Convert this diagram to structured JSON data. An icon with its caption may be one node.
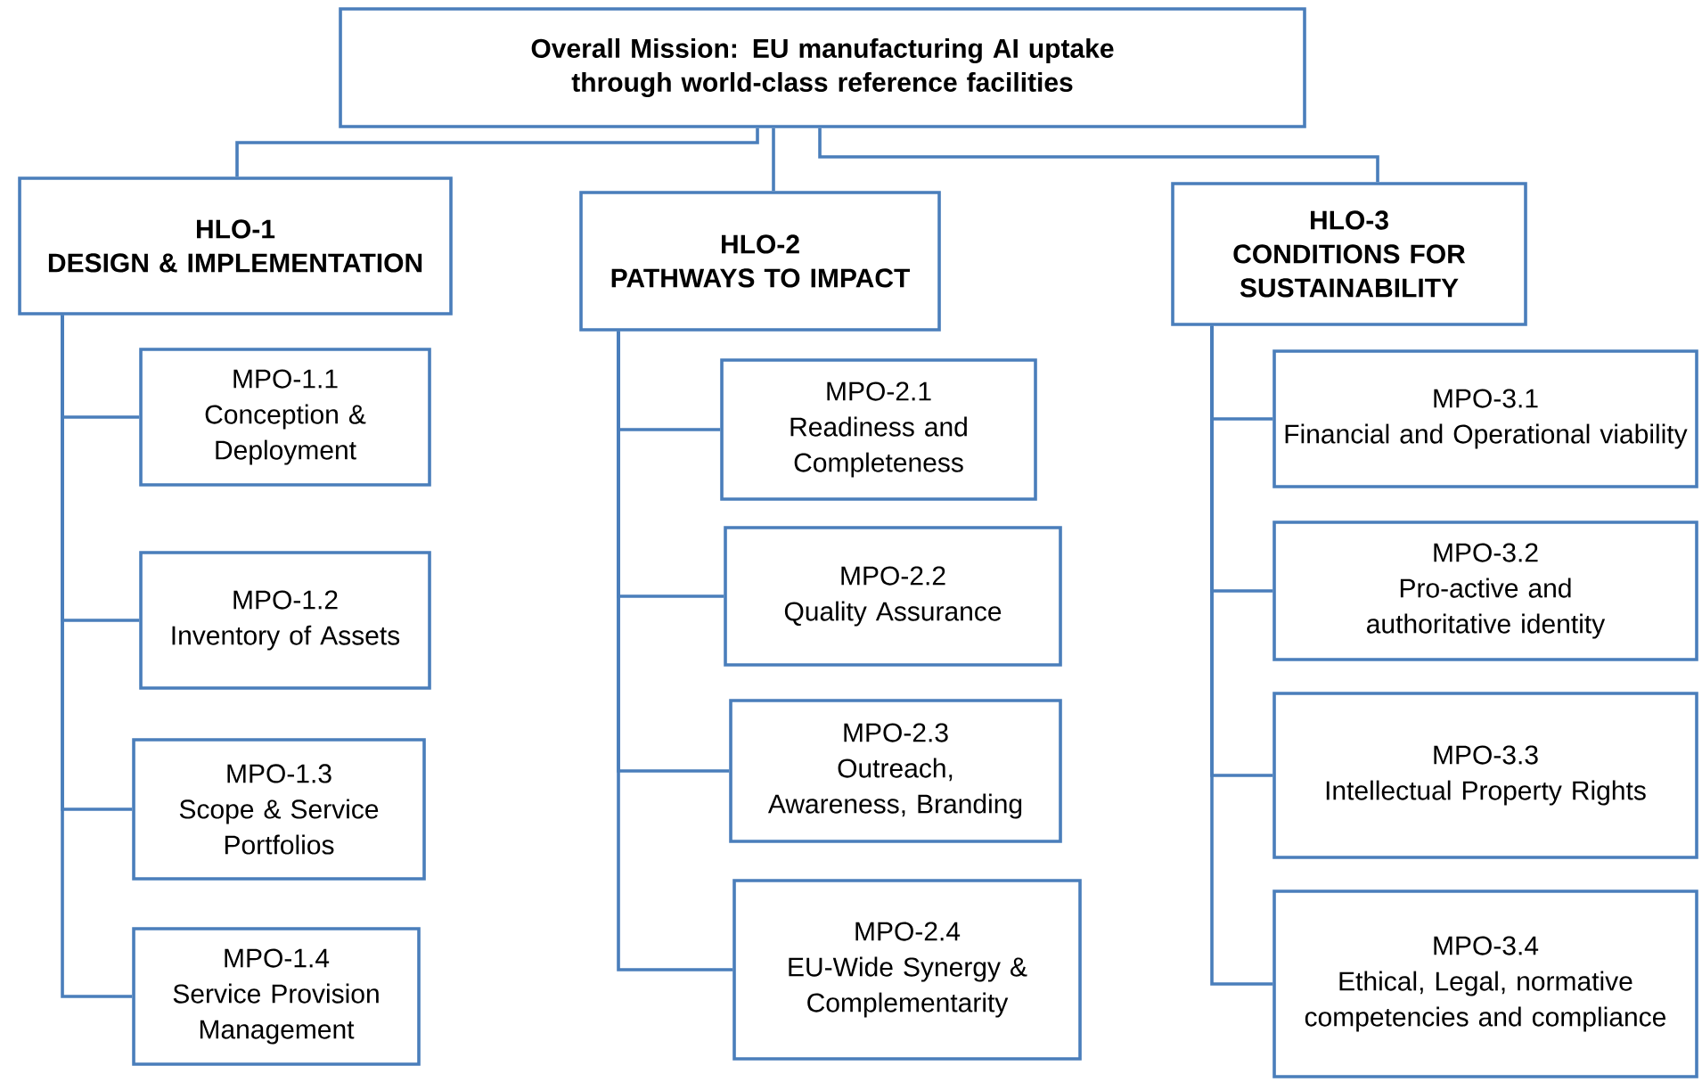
{
  "diagram": {
    "nodes": [
      {
        "text": [
          "Overall Mission: EU manufacturing AI uptake through world-class reference facilities"
        ]
      },
      {
        "text": [
          "HLO-1",
          "DESIGN & IMPLEMENTATION"
        ]
      },
      {
        "text": [
          "HLO-2",
          "PATHWAYS TO IMPACT"
        ]
      },
      {
        "text": [
          "HLO-3",
          "CONDITIONS FOR SUSTAINABILITY"
        ]
      },
      {
        "text": [
          "MPO-1.1",
          "Conception & Deployment"
        ]
      },
      {
        "text": [
          "MPO-1.2",
          "Inventory of Assets"
        ]
      },
      {
        "text": [
          "MPO-1.3",
          "Scope & Service Portfolios"
        ]
      },
      {
        "text": [
          "MPO-1.4",
          "Service Provision Management"
        ]
      },
      {
        "text": [
          "MPO-2.1",
          "Readiness and Completeness"
        ]
      },
      {
        "text": [
          "MPO-2.2",
          "Quality Assurance"
        ]
      },
      {
        "text": [
          "MPO-2.3",
          "Outreach, Awareness, Branding"
        ]
      },
      {
        "text": [
          "MPO-2.4",
          "EU-Wide Synergy & Complementarity"
        ]
      },
      {
        "text": [
          "MPO-3.1",
          "Financial and Operational viability"
        ]
      },
      {
        "text": [
          "MPO-3.2",
          "Pro-active and authoritative identity"
        ]
      },
      {
        "text": [
          "MPO-3.3",
          "Intellectual Property Rights"
        ]
      },
      {
        "text": [
          "MPO-3.4",
          "Ethical, Legal, normative competencies and compliance"
        ]
      }
    ],
    "edges": [
      {
        "from": 0,
        "to": 1,
        "arrow": "none"
      },
      {
        "from": 0,
        "to": 2,
        "arrow": "none"
      },
      {
        "from": 0,
        "to": 3,
        "arrow": "none"
      },
      {
        "from": 1,
        "to": 4,
        "arrow": "none"
      },
      {
        "from": 1,
        "to": 5,
        "arrow": "none"
      },
      {
        "from": 1,
        "to": 6,
        "arrow": "none"
      },
      {
        "from": 1,
        "to": 7,
        "arrow": "none"
      },
      {
        "from": 2,
        "to": 8,
        "arrow": "none"
      },
      {
        "from": 2,
        "to": 9,
        "arrow": "none"
      },
      {
        "from": 2,
        "to": 10,
        "arrow": "none"
      },
      {
        "from": 2,
        "to": 11,
        "arrow": "none"
      },
      {
        "from": 3,
        "to": 12,
        "arrow": "none"
      },
      {
        "from": 3,
        "to": 13,
        "arrow": "none"
      },
      {
        "from": 3,
        "to": 14,
        "arrow": "none"
      },
      {
        "from": 3,
        "to": 15,
        "arrow": "none"
      }
    ]
  }
}
